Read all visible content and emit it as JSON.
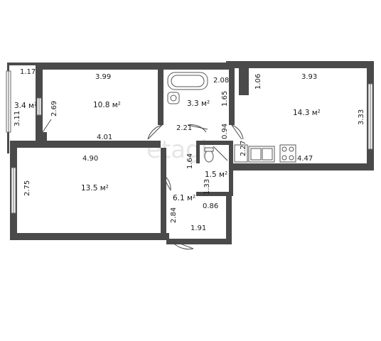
{
  "watermark": "etagi",
  "rooms": [
    {
      "id": "balcony",
      "area": "3.4 м²",
      "dims": [
        "1.17",
        "3.11"
      ]
    },
    {
      "id": "room-small",
      "area": "10.8 м²",
      "dims": [
        "3.99",
        "2.69",
        "4.01"
      ]
    },
    {
      "id": "bathroom",
      "area": "3.3 м²",
      "dims": [
        "2.08",
        "1.65"
      ]
    },
    {
      "id": "kitchen",
      "area": "14.3 м²",
      "dims": [
        "1.06",
        "3.93",
        "3.33",
        "4.47",
        "2.27"
      ]
    },
    {
      "id": "room-large",
      "area": "13.5 м²",
      "dims": [
        "4.90",
        "2.75"
      ]
    },
    {
      "id": "toilet",
      "area": "1.5 м²",
      "dims": [
        "1.64",
        "1.33"
      ]
    },
    {
      "id": "hallway",
      "area": "6.1 м²",
      "dims": [
        "2.21",
        "0.94",
        "0.86",
        "2.84",
        "1.91"
      ]
    }
  ]
}
